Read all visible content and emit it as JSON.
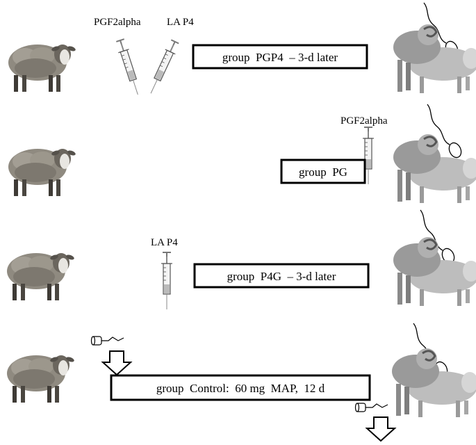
{
  "rows": [
    {
      "id": "pgp4",
      "group_label": "group  PGP4  – 3-d later",
      "injections": [
        "PGF2alpha",
        "LA P4"
      ]
    },
    {
      "id": "pg",
      "group_label": "group  PG",
      "injections": [
        "PGF2alpha"
      ]
    },
    {
      "id": "p4g",
      "group_label": "group  P4G  – 3-d later",
      "injections": [
        "LA P4"
      ]
    },
    {
      "id": "control",
      "group_label": "group  Control:  60 mg  MAP,  12 d",
      "injections": []
    }
  ],
  "icons": {
    "ewe": "sheep-icon",
    "syringe": "syringe-icon",
    "sponge_insert": "intravaginal-sponge-icon",
    "arrow_down": "down-arrow-icon",
    "mating": "mating-sheep-icon",
    "semen": "sperm-icon"
  }
}
